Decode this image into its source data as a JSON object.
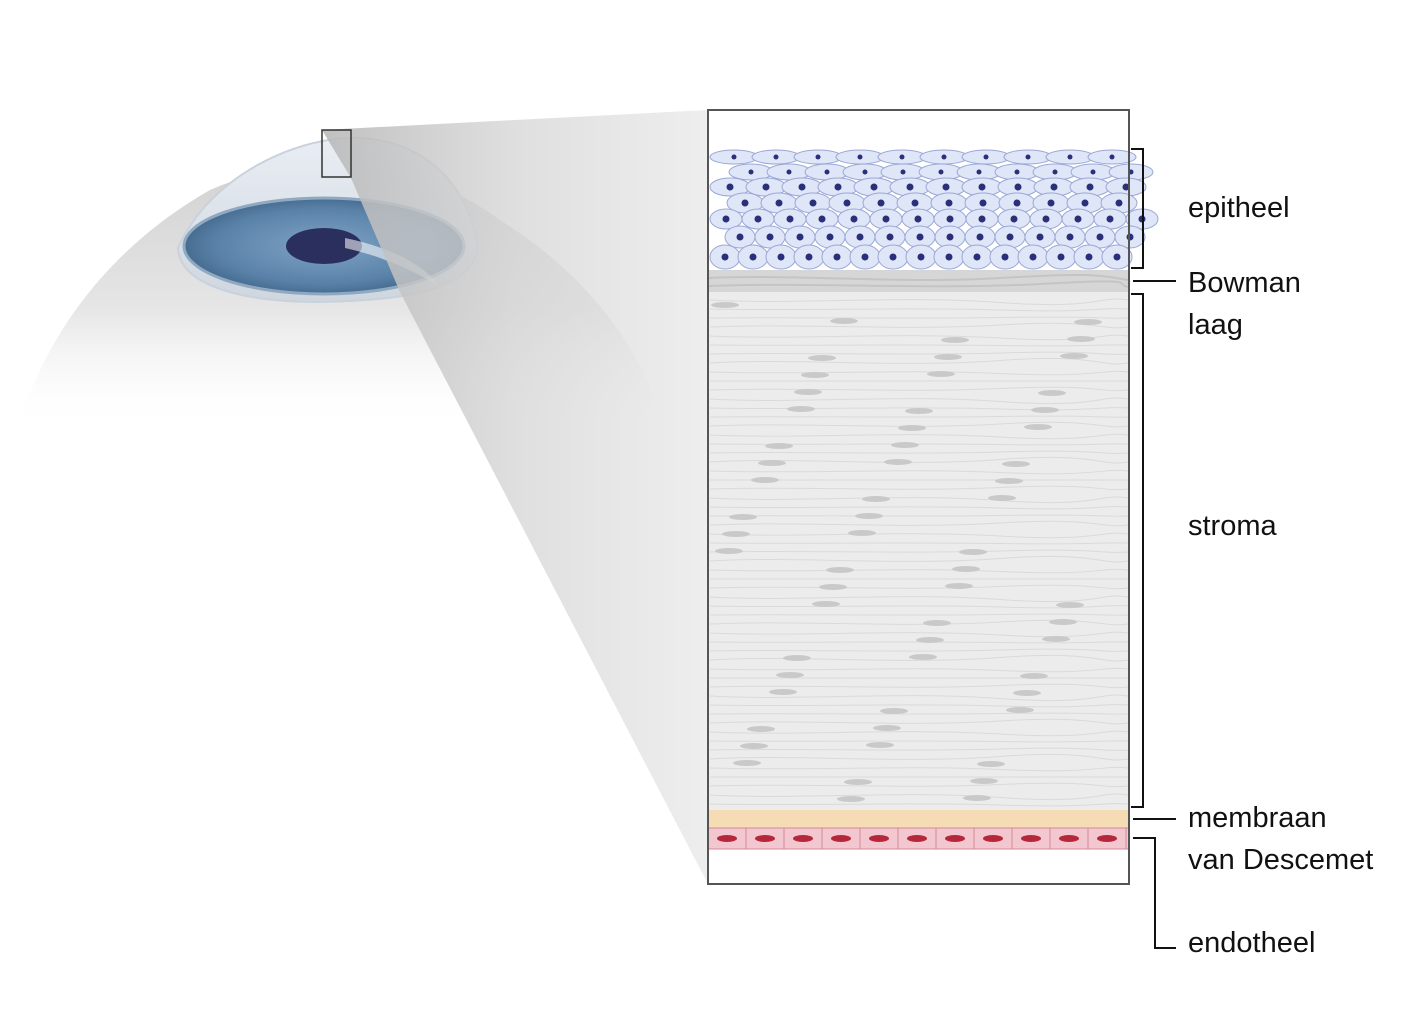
{
  "labels": {
    "epithelium": "epitheel",
    "bowman_line1": "Bowman",
    "bowman_line2": "laag",
    "stroma": "stroma",
    "descemet_line1": "membraan",
    "descemet_line2": "van Descemet",
    "endothelium": "endotheel"
  },
  "colors": {
    "iris": "#5a82a8",
    "pupil": "#2b2f5e",
    "epithelium_cell": "#dfe6f7",
    "epithelium_nucleus": "#2a2f7a",
    "bowman": "#d6d6d6",
    "stroma": "#ececec",
    "descemet": "#f6dcb4",
    "endothelium_cell": "#f3c7cf",
    "endothelium_nucleus": "#b5283c"
  }
}
